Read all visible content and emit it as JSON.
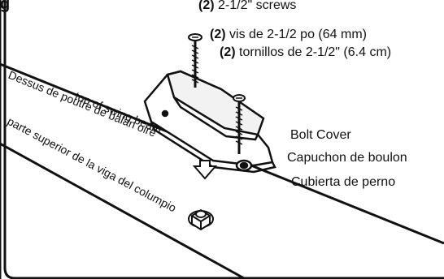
{
  "header_fragment": "g",
  "screws": {
    "english": {
      "qty": "(2)",
      "text": "2-1/2\" screws"
    },
    "french": {
      "qty": "(2)",
      "text": "vis de 2-1/2 po (64 mm)"
    },
    "spanish": {
      "qty": "(2)",
      "text": "tornillos de 2-1/2\" (6.4 cm)"
    }
  },
  "bolt_cover": {
    "english": "Bolt Cover",
    "french": "Capuchon de boulon",
    "spanish": "Cubierta de perno"
  },
  "beam": {
    "english": "top of swing beam",
    "french": "Dessus de poutre de balan oire",
    "spanish": "parte superior de la viga del columpio"
  }
}
